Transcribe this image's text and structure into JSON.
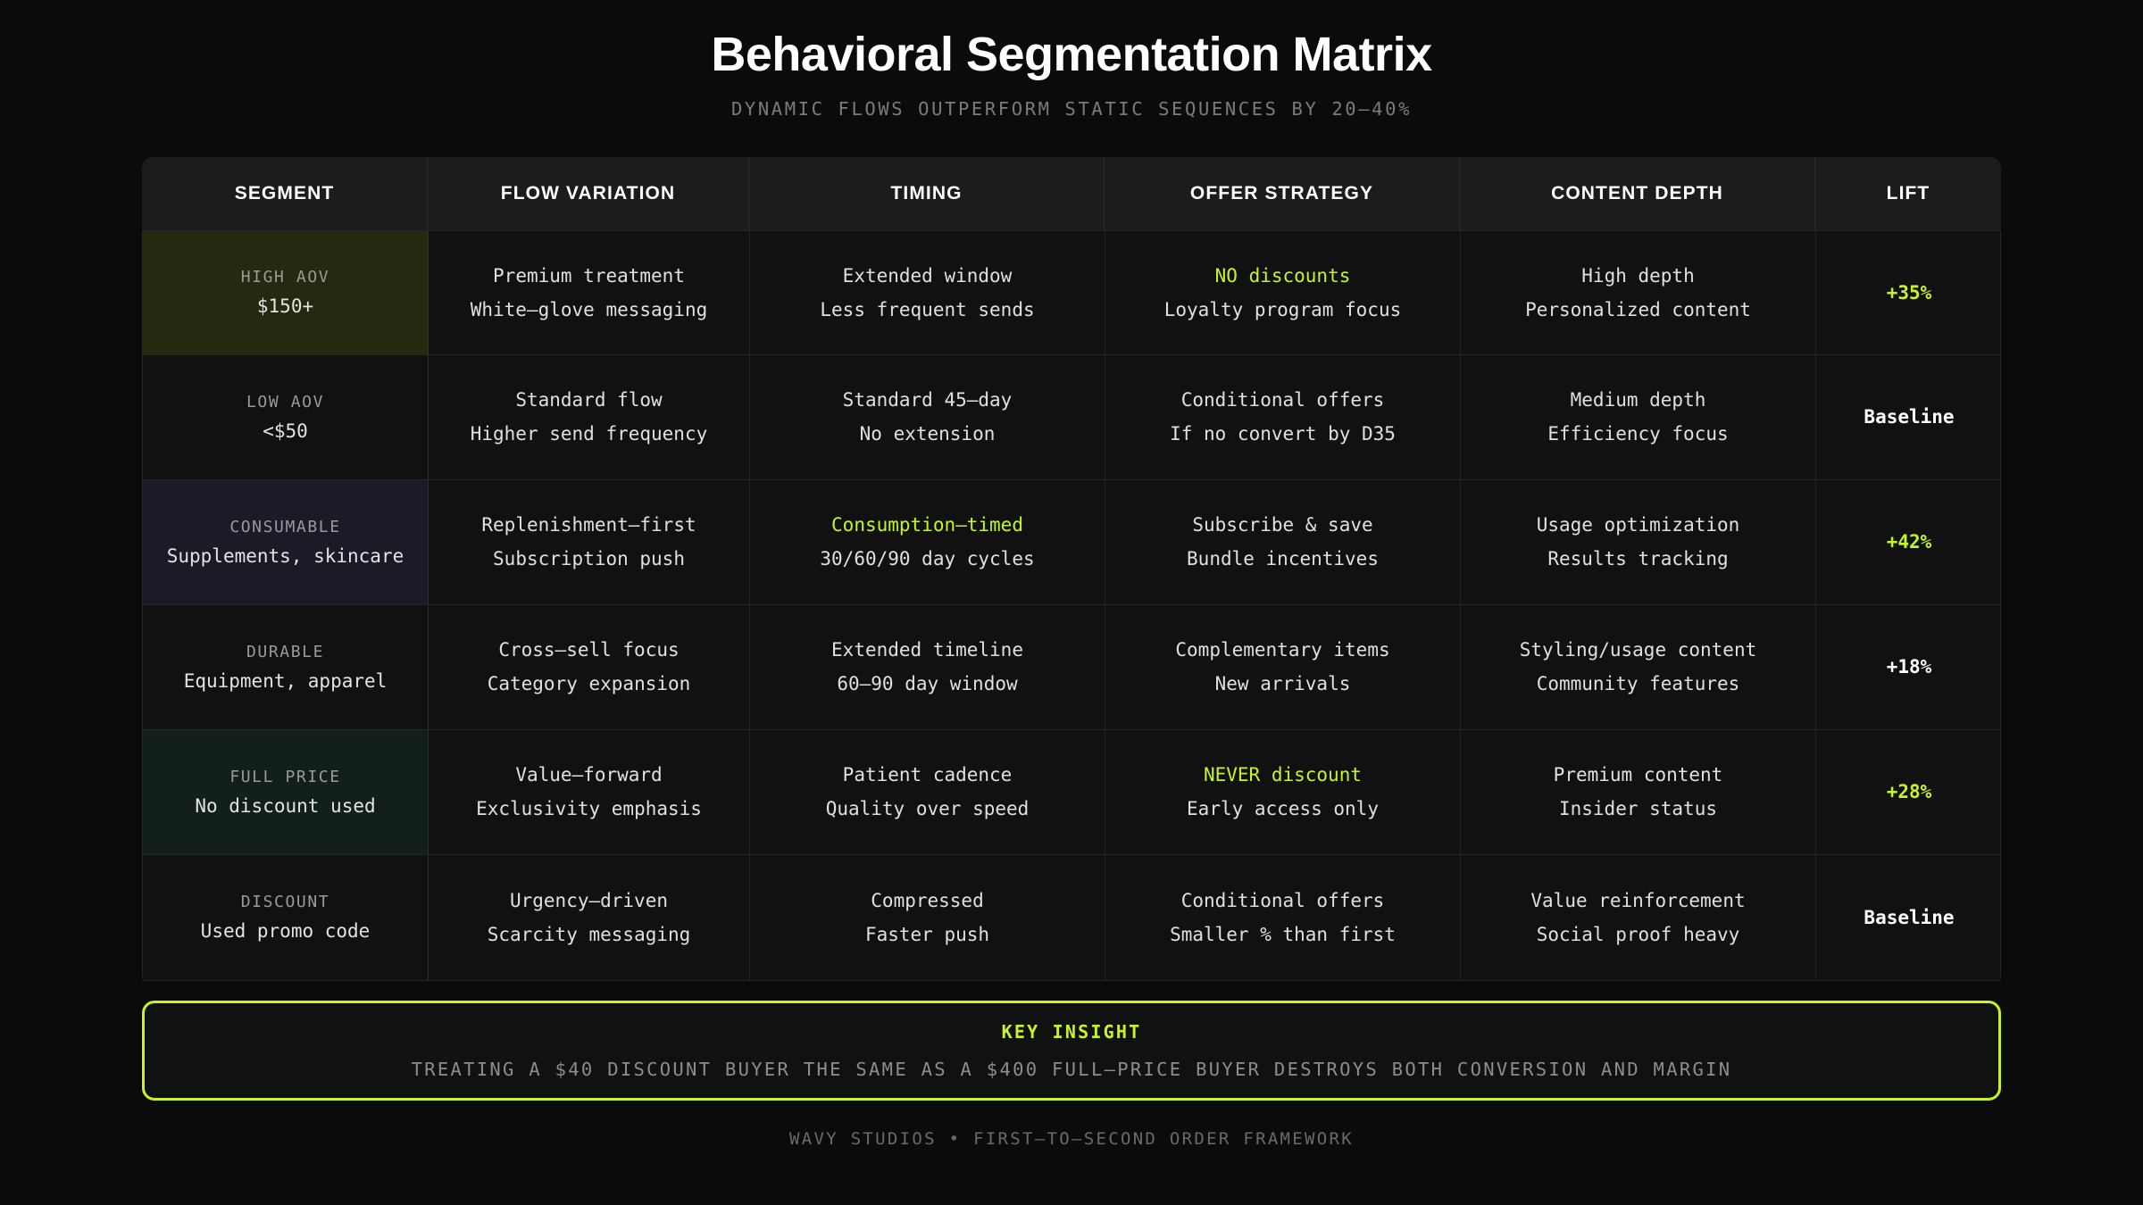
{
  "header": {
    "title": "Behavioral Segmentation Matrix",
    "subtitle": "DYNAMIC FLOWS OUTPERFORM STATIC SEQUENCES BY 20–40%"
  },
  "colors": {
    "accent": "#c9f227",
    "background": "#0b0b0b",
    "row_background": "#111111",
    "header_background": "#1c1c1c",
    "tint_high_aov": "#242a10",
    "tint_consumable": "#1d1a28",
    "tint_full_price": "#132019"
  },
  "table": {
    "columns": [
      "SEGMENT",
      "FLOW VARIATION",
      "TIMING",
      "OFFER STRATEGY",
      "CONTENT DEPTH",
      "LIFT"
    ],
    "rows": [
      {
        "segment_name": "HIGH AOV",
        "segment_detail": "$150+",
        "tint": "olive",
        "flow_variation": [
          "Premium treatment",
          "White–glove messaging"
        ],
        "flow_variation_accent": [
          false,
          false
        ],
        "timing": [
          "Extended window",
          "Less frequent sends"
        ],
        "timing_accent": [
          false,
          false
        ],
        "offer_strategy": [
          "NO discounts",
          "Loyalty program focus"
        ],
        "offer_strategy_accent": [
          true,
          false
        ],
        "content_depth": [
          "High depth",
          "Personalized content"
        ],
        "content_depth_accent": [
          false,
          false
        ],
        "lift": "+35%",
        "lift_accent": true
      },
      {
        "segment_name": "LOW AOV",
        "segment_detail": "<$50",
        "tint": "none",
        "flow_variation": [
          "Standard flow",
          "Higher send frequency"
        ],
        "flow_variation_accent": [
          false,
          false
        ],
        "timing": [
          "Standard 45–day",
          "No extension"
        ],
        "timing_accent": [
          false,
          false
        ],
        "offer_strategy": [
          "Conditional offers",
          "If no convert by D35"
        ],
        "offer_strategy_accent": [
          false,
          false
        ],
        "content_depth": [
          "Medium depth",
          "Efficiency focus"
        ],
        "content_depth_accent": [
          false,
          false
        ],
        "lift": "Baseline",
        "lift_accent": false
      },
      {
        "segment_name": "CONSUMABLE",
        "segment_detail": "Supplements, skincare",
        "tint": "purple",
        "flow_variation": [
          "Replenishment–first",
          "Subscription push"
        ],
        "flow_variation_accent": [
          false,
          false
        ],
        "timing": [
          "Consumption–timed",
          "30/60/90 day cycles"
        ],
        "timing_accent": [
          true,
          false
        ],
        "offer_strategy": [
          "Subscribe & save",
          "Bundle incentives"
        ],
        "offer_strategy_accent": [
          false,
          false
        ],
        "content_depth": [
          "Usage optimization",
          "Results tracking"
        ],
        "content_depth_accent": [
          false,
          false
        ],
        "lift": "+42%",
        "lift_accent": true
      },
      {
        "segment_name": "DURABLE",
        "segment_detail": "Equipment, apparel",
        "tint": "none",
        "flow_variation": [
          "Cross–sell focus",
          "Category expansion"
        ],
        "flow_variation_accent": [
          false,
          false
        ],
        "timing": [
          "Extended timeline",
          "60–90 day window"
        ],
        "timing_accent": [
          false,
          false
        ],
        "offer_strategy": [
          "Complementary items",
          "New arrivals"
        ],
        "offer_strategy_accent": [
          false,
          false
        ],
        "content_depth": [
          "Styling/usage content",
          "Community features"
        ],
        "content_depth_accent": [
          false,
          false
        ],
        "lift": "+18%",
        "lift_accent": false
      },
      {
        "segment_name": "FULL PRICE",
        "segment_detail": "No discount used",
        "tint": "teal",
        "flow_variation": [
          "Value–forward",
          "Exclusivity emphasis"
        ],
        "flow_variation_accent": [
          false,
          false
        ],
        "timing": [
          "Patient cadence",
          "Quality over speed"
        ],
        "timing_accent": [
          false,
          false
        ],
        "offer_strategy": [
          "NEVER discount",
          "Early access only"
        ],
        "offer_strategy_accent": [
          true,
          false
        ],
        "content_depth": [
          "Premium content",
          "Insider status"
        ],
        "content_depth_accent": [
          false,
          false
        ],
        "lift": "+28%",
        "lift_accent": true
      },
      {
        "segment_name": "DISCOUNT",
        "segment_detail": "Used promo code",
        "tint": "none",
        "flow_variation": [
          "Urgency–driven",
          "Scarcity messaging"
        ],
        "flow_variation_accent": [
          false,
          false
        ],
        "timing": [
          "Compressed",
          "Faster push"
        ],
        "timing_accent": [
          false,
          false
        ],
        "offer_strategy": [
          "Conditional offers",
          "Smaller % than first"
        ],
        "offer_strategy_accent": [
          false,
          false
        ],
        "content_depth": [
          "Value reinforcement",
          "Social proof heavy"
        ],
        "content_depth_accent": [
          false,
          false
        ],
        "lift": "Baseline",
        "lift_accent": false
      }
    ]
  },
  "insight": {
    "label": "KEY INSIGHT",
    "text": "TREATING A $40 DISCOUNT BUYER THE SAME AS A $400 FULL–PRICE BUYER DESTROYS BOTH CONVERSION AND MARGIN"
  },
  "footer": {
    "text": "WAVY STUDIOS • FIRST–TO–SECOND ORDER FRAMEWORK"
  }
}
